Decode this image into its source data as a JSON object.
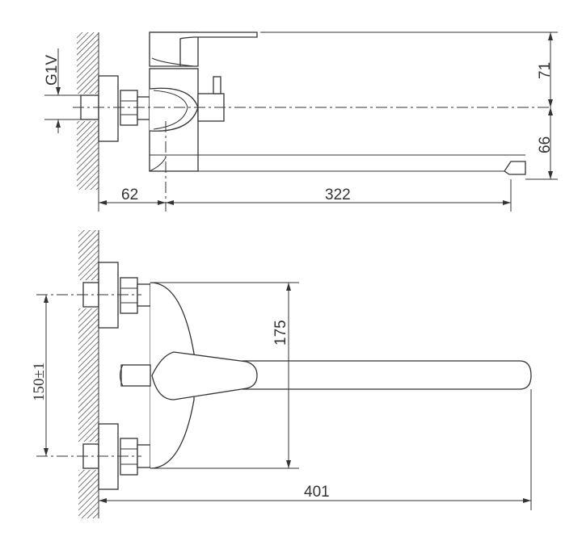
{
  "dimensions": {
    "thread": "G1V",
    "top_height": "71",
    "spout_height": "66",
    "wall_to_body": "62",
    "spout_reach": "322",
    "body_height": "175",
    "inlet_spacing": "150±1",
    "total_length": "401"
  }
}
